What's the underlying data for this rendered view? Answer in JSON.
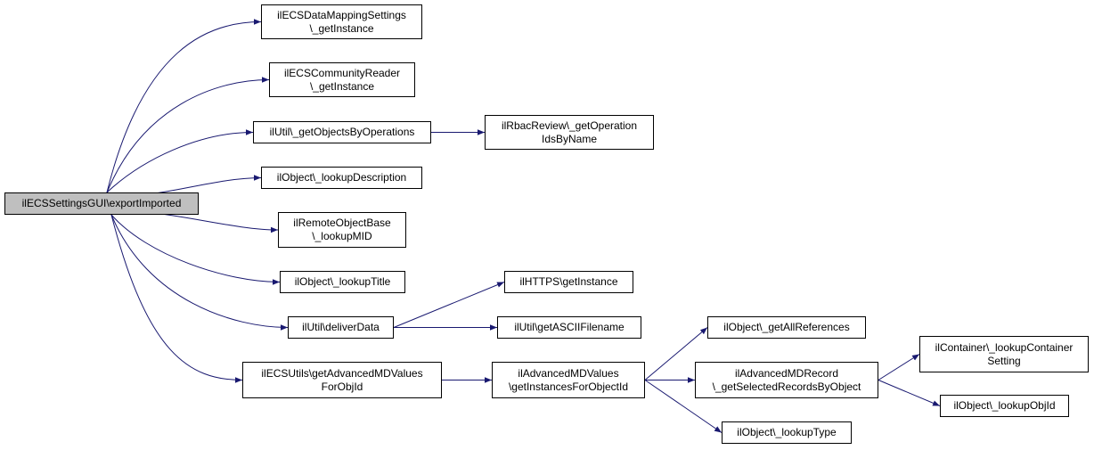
{
  "colors": {
    "edge": "#191970",
    "root_fill": "#bfbfbf",
    "node_fill": "#ffffff",
    "border": "#000000"
  },
  "nodes": {
    "root": "ilECSSettingsGUI\\exportImported",
    "n1": "ilECSDataMappingSettings\n\\_getInstance",
    "n2": "ilECSCommunityReader\n\\_getInstance",
    "n3": "ilUtil\\_getObjectsByOperations",
    "n4": "ilRbacReview\\_getOperation\nIdsByName",
    "n5": "ilObject\\_lookupDescription",
    "n6": "ilRemoteObjectBase\n\\_lookupMID",
    "n7": "ilObject\\_lookupTitle",
    "n8": "ilUtil\\deliverData",
    "n9": "ilHTTPS\\getInstance",
    "n10": "ilUtil\\getASCIIFilename",
    "n11": "ilECSUtils\\getAdvancedMDValues\nForObjId",
    "n12": "ilAdvancedMDValues\n\\getInstancesForObjectId",
    "n13": "ilObject\\_getAllReferences",
    "n14": "ilAdvancedMDRecord\n\\_getSelectedRecordsByObject",
    "n15": "ilObject\\_lookupType",
    "n16": "ilContainer\\_lookupContainer\nSetting",
    "n17": "ilObject\\_lookupObjId"
  },
  "edges": [
    [
      "root",
      "n1"
    ],
    [
      "root",
      "n2"
    ],
    [
      "root",
      "n3"
    ],
    [
      "root",
      "n5"
    ],
    [
      "root",
      "n6"
    ],
    [
      "root",
      "n7"
    ],
    [
      "root",
      "n8"
    ],
    [
      "root",
      "n11"
    ],
    [
      "n3",
      "n4"
    ],
    [
      "n8",
      "n9"
    ],
    [
      "n8",
      "n10"
    ],
    [
      "n11",
      "n12"
    ],
    [
      "n12",
      "n13"
    ],
    [
      "n12",
      "n14"
    ],
    [
      "n12",
      "n15"
    ],
    [
      "n14",
      "n16"
    ],
    [
      "n14",
      "n17"
    ]
  ]
}
